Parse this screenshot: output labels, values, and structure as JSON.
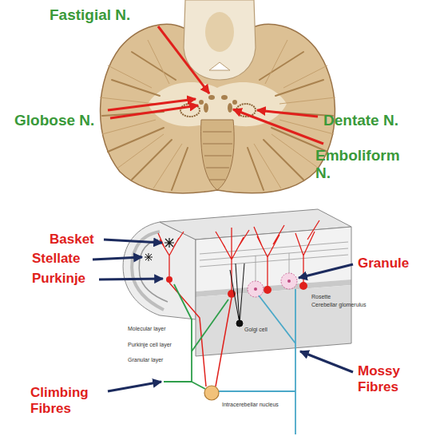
{
  "diagram": {
    "labels": [
      "Fastigial N.",
      "Globose N.",
      "Dentate N.",
      "Emboliform N.",
      "Basket",
      "Stellate",
      "Purkinje",
      "Granule",
      "Climbing Fibres",
      "Mossy Fibres",
      "Golgi cell",
      "Rosette",
      "Cerebellar glomerulus",
      "Molecular layer",
      "Purkinje cell layer",
      "Granular layer",
      "Intracerebellar nucleus"
    ]
  }
}
